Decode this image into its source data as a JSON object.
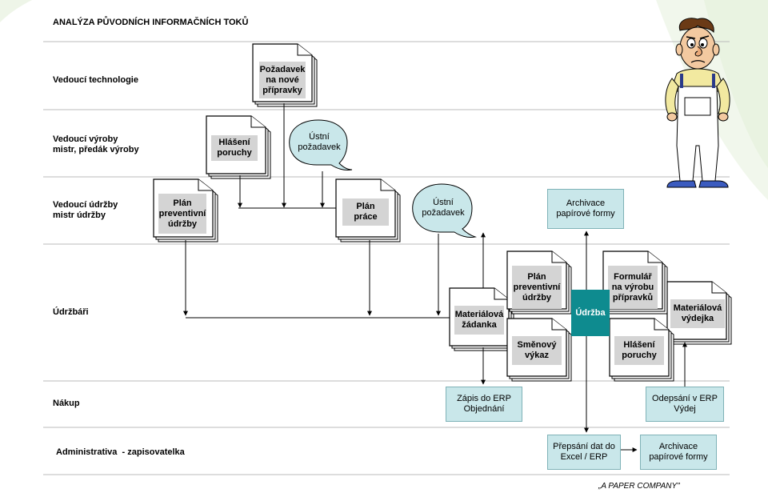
{
  "title": "ANALÝZA PŮVODNÍCH INFORMAČNÍCH TOKŮ",
  "footer": "„A PAPER COMPANY\"",
  "lanes": [
    {
      "label": "Vedoucí technologie"
    },
    {
      "label": "Vedoucí výroby\nmistr, předák výroby"
    },
    {
      "label": "Vedoucí údržby\nmistr údržby"
    },
    {
      "label": "Údržbáři"
    },
    {
      "label": "Nákup"
    },
    {
      "label": "Administrativa  - zapisovatelka"
    }
  ],
  "documents": {
    "pozadavek": "Požadavek\nna nové\npřípravky",
    "hlaseni_poruchy_1": "Hlášení\nporuchy",
    "plan_preventivni_1": "Plán\npreventivní\núdržby",
    "plan_prace": "Plán\npráce",
    "materialova_zadanka": "Materiálová\nžádanka",
    "plan_preventivni_2": "Plán\npreventivní\núdržby",
    "smenovy_vykaz": "Směnový\nvýkaz",
    "formular": "Formulář\nna výrobu\npřípravků",
    "materialova_vydejka": "Materiálová\nvýdejka",
    "hlaseni_poruchy_2": "Hlášení\nporuchy"
  },
  "bubbles": {
    "ustni_1": "Ústní\npožadavek",
    "ustni_2": "Ústní\npožadavek"
  },
  "boxes": {
    "archivace_1": "Archivace\npapírové formy",
    "zapis_erp": "Zápis do ERP\nObjednání",
    "odepsani_erp": "Odepsání v ERP\nVýdej",
    "prepsani": "Přepsání dat do\nExcel / ERP",
    "archivace_2": "Archivace\npapírové formy"
  },
  "center": "Údržba",
  "colors": {
    "accent_teal": "#0e8b8f",
    "box_fill": "#c9e7ea",
    "doc_label_fill": "#d4d4d4",
    "swoosh_green": "#e9f3e1"
  }
}
